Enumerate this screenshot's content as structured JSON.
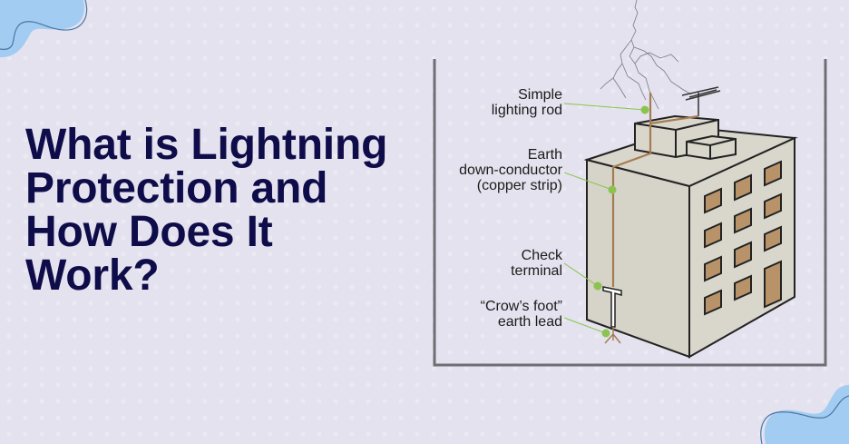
{
  "title": {
    "lines": [
      "What is Lightning",
      "Protection and",
      "How Does It",
      "Work?"
    ]
  },
  "diagram": {
    "labels": [
      {
        "id": "rod",
        "lines": [
          "Simple",
          "lighting rod"
        ]
      },
      {
        "id": "conductor",
        "lines": [
          "Earth",
          "down-conductor",
          "(copper strip)"
        ]
      },
      {
        "id": "terminal",
        "lines": [
          "Check",
          "terminal"
        ]
      },
      {
        "id": "earth-lead",
        "lines": [
          "“Crow’s foot”",
          "earth lead"
        ]
      }
    ]
  },
  "colors": {
    "background": "#e4e2ee",
    "title": "#0f0c4a",
    "blob": "#a3ccf2",
    "blob_outline": "#4a77a6",
    "building_wall": "#d9d6cc",
    "window": "#b8936a",
    "copper": "#a57c52",
    "pointer": "#8cc350",
    "frame": "#6e6e74"
  }
}
